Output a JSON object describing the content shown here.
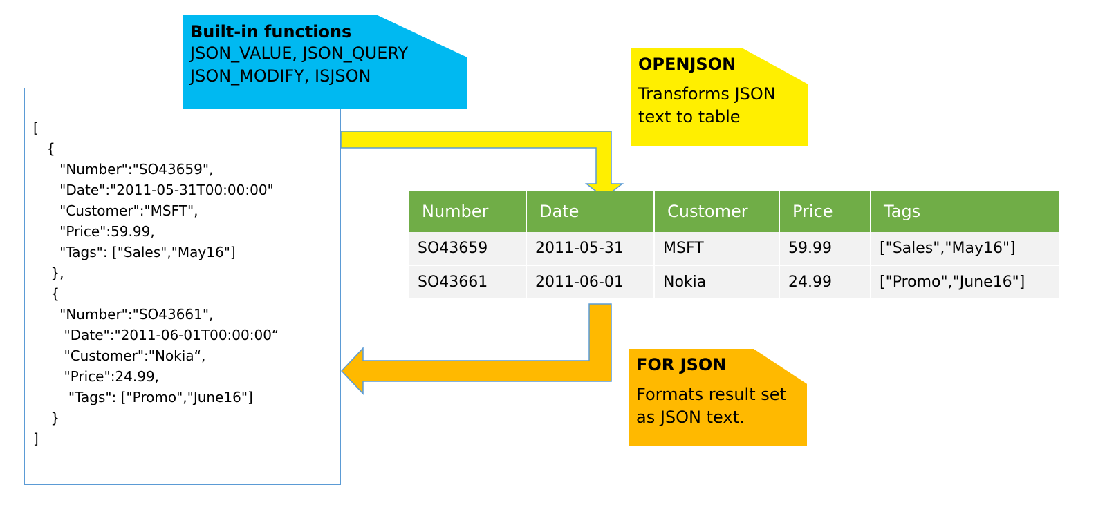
{
  "json_document": {
    "lines": [
      "[",
      "   {",
      "      \"Number\":\"SO43659\",",
      "      \"Date\":\"2011-05-31T00:00:00\"",
      "      \"Customer\":\"MSFT\",",
      "      \"Price\":59.99,",
      "      \"Tags\": [\"Sales\",\"May16\"]",
      "    },",
      "    {",
      "      \"Number\":\"SO43661\",",
      "       \"Date\":\"2011-06-01T00:00:00“",
      "       \"Customer\":\"Nokia“,",
      "       \"Price\":24.99,",
      "        \"Tags\": [\"Promo\",\"June16\"]",
      "    }",
      "]"
    ]
  },
  "notes": {
    "builtin": {
      "title": "Built-in functions",
      "line1": "JSON_VALUE, JSON_QUERY",
      "line2": "JSON_MODIFY, ISJSON",
      "color": "#00b9f1"
    },
    "openjson": {
      "title": "OPENJSON",
      "line1": "Transforms JSON",
      "line2": "text to table",
      "color": "#ffef00"
    },
    "forjson": {
      "title": "FOR JSON",
      "line1": "Formats result set",
      "line2": "as JSON text.",
      "color": "#ffb900"
    }
  },
  "table": {
    "header_color": "#70ad47",
    "columns": [
      "Number",
      "Date",
      "Customer",
      "Price",
      "Tags"
    ],
    "rows": [
      [
        "SO43659",
        "2011-05-31",
        "MSFT",
        "59.99",
        "[\"Sales\",\"May16\"]"
      ],
      [
        "SO43661",
        "2011-06-01",
        "Nokia",
        "24.99",
        "[\"Promo\",\"June16\"]"
      ]
    ]
  },
  "arrows": {
    "openjson_color": "#ffef00",
    "forjson_color": "#ffb900",
    "outline_color": "#5b9bd5"
  }
}
